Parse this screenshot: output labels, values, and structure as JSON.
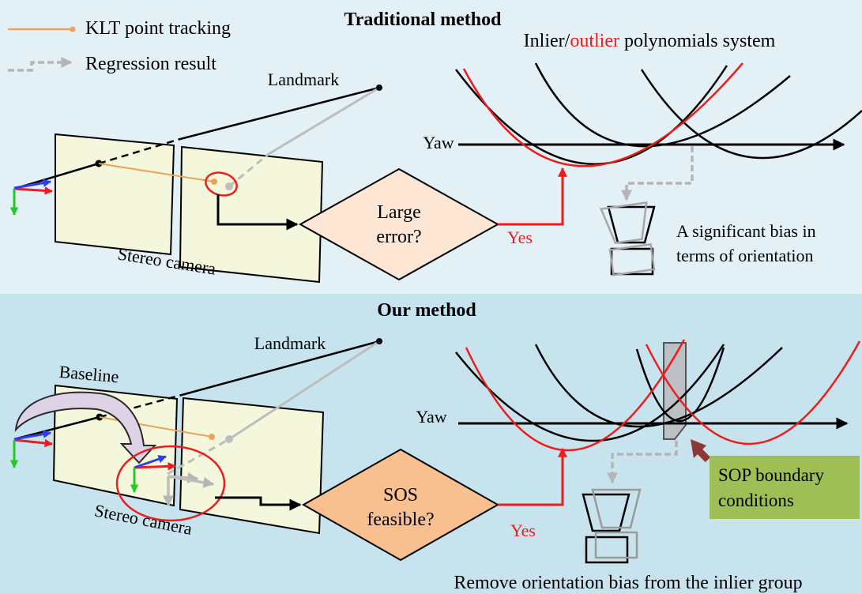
{
  "legend": {
    "klt_label": "KLT point tracking",
    "regression_label": "Regression result"
  },
  "traditional": {
    "title": "Traditional method",
    "poly_prefix": "Inlier/",
    "poly_outlier": "outlier",
    "poly_suffix": " polynomials system",
    "landmark": "Landmark",
    "stereo_camera": "Stereo camera",
    "decision_line1": "Large",
    "decision_line2": "error?",
    "yes": "Yes",
    "axis": "Yaw",
    "bias_line1": "A significant bias in",
    "bias_line2": "terms of orientation"
  },
  "ours": {
    "title": "Our method",
    "landmark": "Landmark",
    "baseline": "Baseline",
    "stereo_camera": "Stereo camera",
    "decision_line1": "SOS",
    "decision_line2": "feasible?",
    "yes": "Yes",
    "axis": "Yaw",
    "sop_line1": "SOP boundary",
    "sop_line2": "conditions",
    "remove_text": "Remove orientation bias from the inlier group"
  },
  "colors": {
    "top_bg": "#e3f0f6",
    "bottom_bg": "#c7e4ee",
    "image_plane": "#f5f7dc",
    "outlier_red": "#ee1c1c",
    "klt_orange": "#f0a05a",
    "regression_gray": "#b5b5b5",
    "diamond_top": "#fde6d4",
    "diamond_bottom": "#f8c08e",
    "sop_box": "#9dbf55",
    "arrow_maroon": "#8b3a36"
  }
}
